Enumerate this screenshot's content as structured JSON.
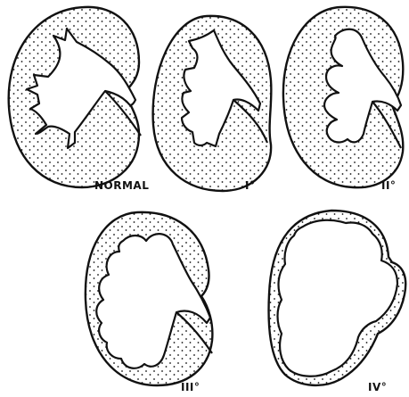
{
  "diagram": {
    "panels": [
      {
        "id": "normal",
        "label": "NORMAL"
      },
      {
        "id": "grade-1",
        "label": "I°"
      },
      {
        "id": "grade-2",
        "label": "II°"
      },
      {
        "id": "grade-3",
        "label": "III°"
      },
      {
        "id": "grade-4",
        "label": "IV°"
      }
    ]
  },
  "colors": {
    "ink": "#111111",
    "paper": "#ffffff"
  }
}
